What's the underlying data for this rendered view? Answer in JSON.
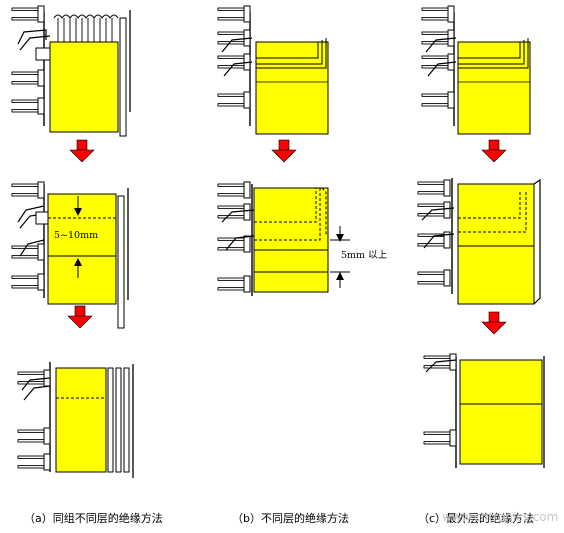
{
  "labels": {
    "dim_a": "5~10mm",
    "dim_b": "5mm 以上"
  },
  "captions": {
    "a": "（a）同组不同层的绝缘方法",
    "b": "（b）不同层的绝缘方法",
    "c": "（c）最外层的绝缘方法"
  },
  "watermark": "www.cntronics.com",
  "colors": {
    "tape": "#ffff00",
    "arrow": "#ff0000",
    "line": "#000000",
    "pin": "#ffffff"
  }
}
